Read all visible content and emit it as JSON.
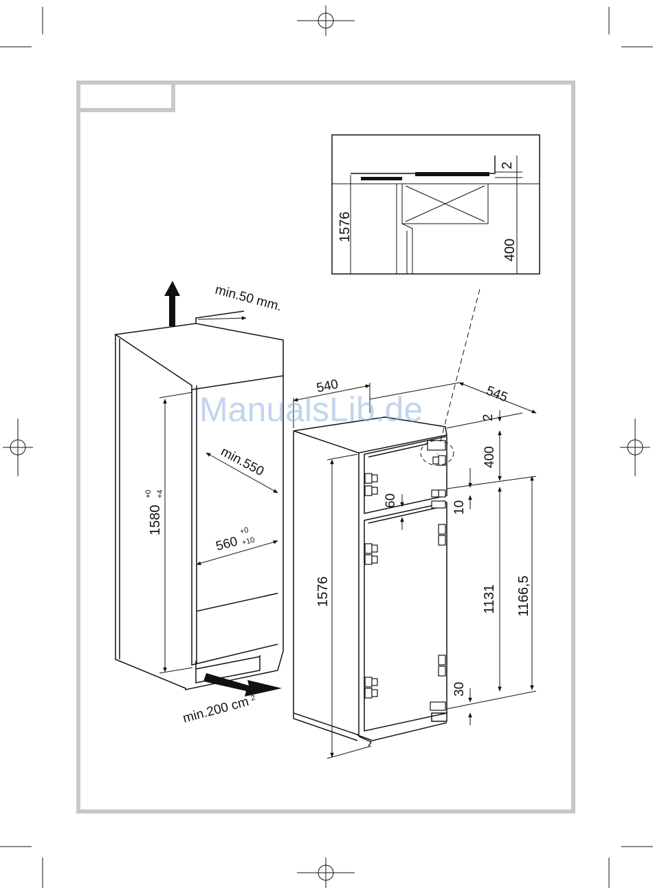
{
  "watermark": "ManualsLib.de",
  "colors": {
    "frame": "#c8c8c8",
    "line": "#111111",
    "watermark": "#8fb4e8"
  },
  "inset_detail": {
    "height_label": "1576",
    "gap_label": "2",
    "depth_label": "400"
  },
  "cabinet_niche": {
    "vent_top_label": "min.50 mm.",
    "height_label": "1580",
    "height_tol_upper": "+0",
    "height_tol_lower": "+4",
    "depth_label": "min.550",
    "width_label": "560",
    "width_tol_upper": "+0",
    "width_tol_lower": "+10",
    "vent_bottom_label": "min.200 cm",
    "vent_bottom_unit_sup": "2"
  },
  "appliance": {
    "width_label": "540",
    "depth_label": "545",
    "top_gap_label": "2",
    "top_section_label": "400",
    "door_gap_label": "60",
    "door_spacing_label": "10",
    "total_height_label": "1576",
    "lower_door_label": "1131",
    "lower_total_label": "1166,5",
    "bottom_gap_label": "30"
  }
}
